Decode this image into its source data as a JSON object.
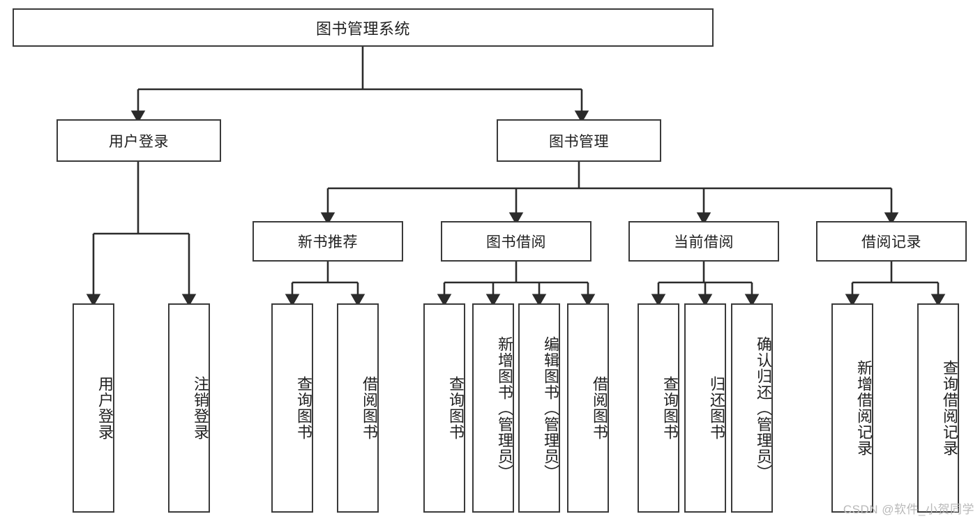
{
  "diagram": {
    "title": "图书管理系统",
    "type": "tree",
    "watermark": "CSDN @软件_小贺同学",
    "colors": {
      "stroke": "#3a3a3a",
      "text": "#1f1f1f",
      "background": "#ffffff",
      "watermark": "#b9b9b9"
    },
    "root": {
      "label": "图书管理系统"
    },
    "level1": [
      {
        "label": "用户登录"
      },
      {
        "label": "图书管理"
      }
    ],
    "level2": [
      {
        "label": "新书推荐"
      },
      {
        "label": "图书借阅"
      },
      {
        "label": "当前借阅"
      },
      {
        "label": "借阅记录"
      }
    ],
    "leaves": {
      "user_login": [
        {
          "label": "用户登录"
        },
        {
          "label": "注销登录"
        }
      ],
      "new_book_recommend": [
        {
          "label": "查询图书"
        },
        {
          "label": "借阅图书"
        }
      ],
      "book_borrow": [
        {
          "label": "查询图书"
        },
        {
          "label": "新增图书（管理员）"
        },
        {
          "label": "编辑图书（管理员）"
        },
        {
          "label": "借阅图书"
        }
      ],
      "current_borrow": [
        {
          "label": "查询图书"
        },
        {
          "label": "归还图书"
        },
        {
          "label": "确认归还（管理员）"
        }
      ],
      "borrow_record": [
        {
          "label": "新增借阅记录"
        },
        {
          "label": "查询借阅记录"
        }
      ]
    }
  }
}
